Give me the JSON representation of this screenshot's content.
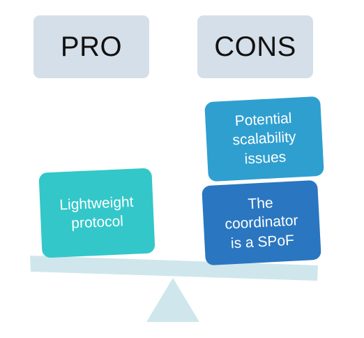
{
  "header": {
    "pro_label": "PRO",
    "cons_label": "CONS"
  },
  "pros": [
    {
      "text": "Lightweight\nprotocol"
    }
  ],
  "cons": [
    {
      "text": "Potential\nscalability\nissues"
    },
    {
      "text": "The\ncoordinator\nis a SPoF"
    }
  ],
  "colors": {
    "header_fill": "#d5dfe9",
    "pro_card": "#33c7c9",
    "cons_card_1": "#2f9fd0",
    "cons_card_2": "#2a76c0",
    "scale": "#cfe7ec"
  }
}
